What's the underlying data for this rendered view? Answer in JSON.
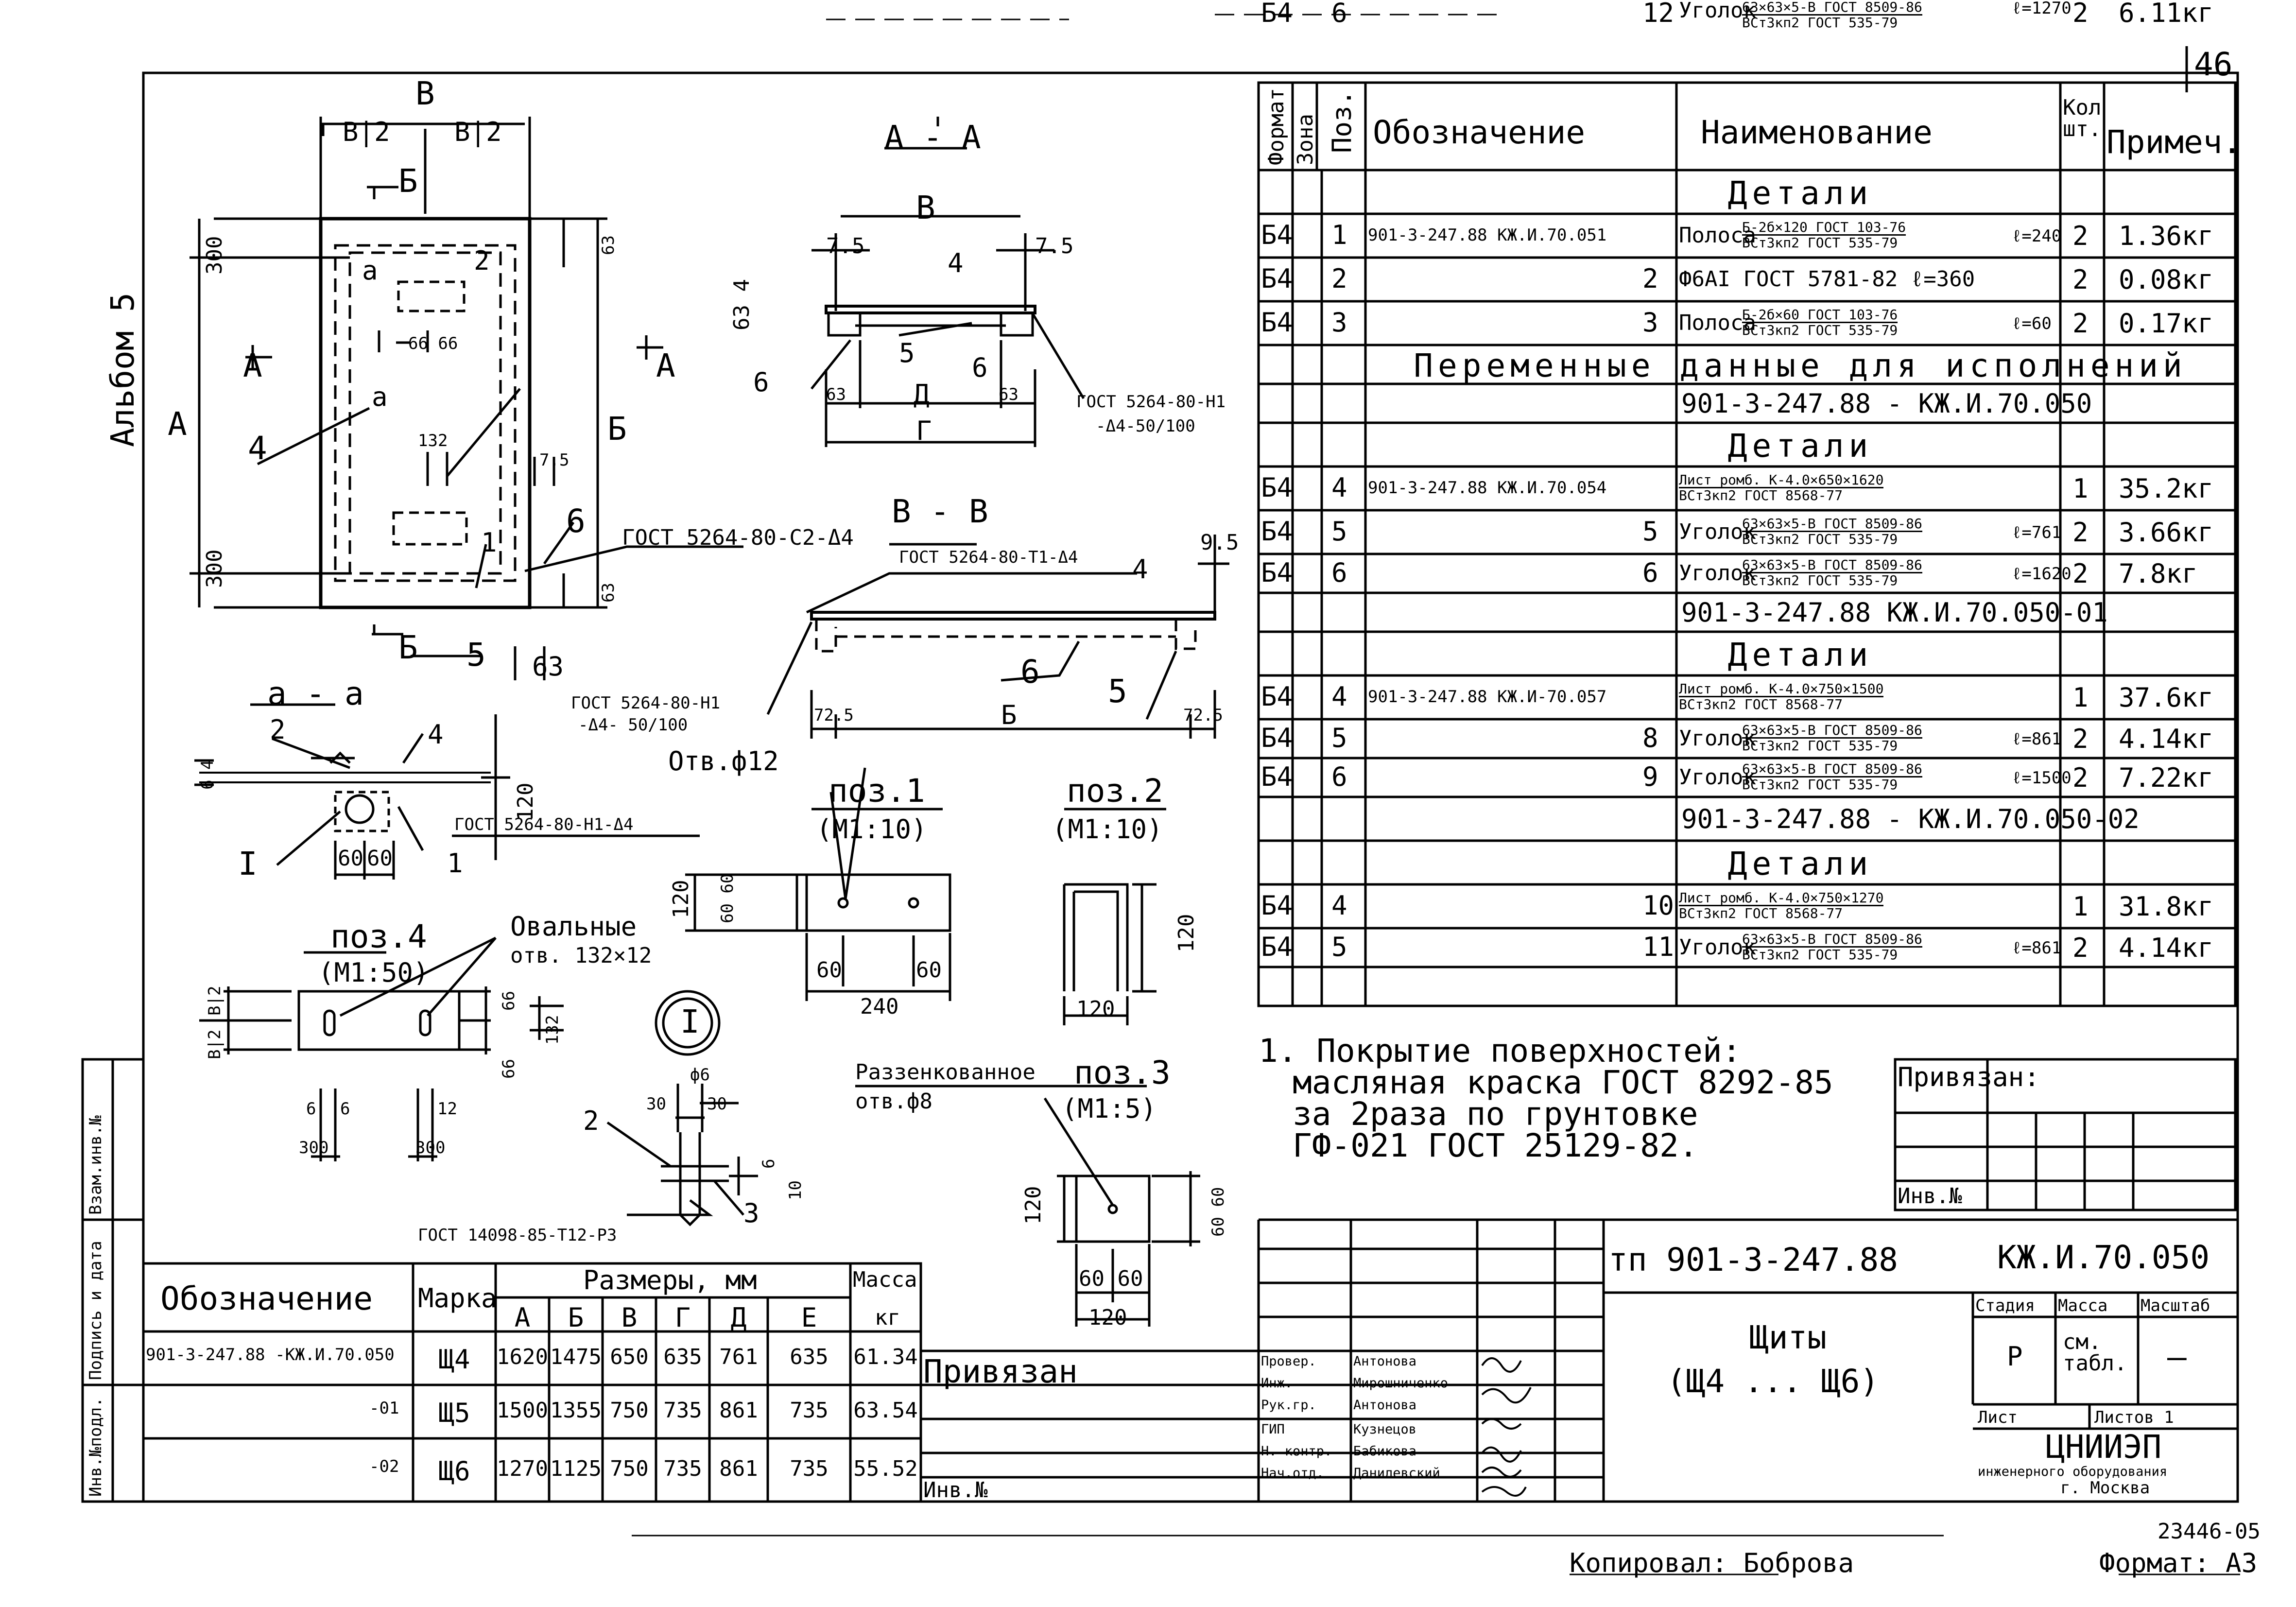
{
  "sheet": {
    "page_number": "46",
    "album": "Альбом 5",
    "copied_by": "Копировал: Боброва",
    "format": "Формат: А3",
    "archive_number": "23446-05"
  },
  "side_stamp": {
    "cols": [
      "Инв.№подл.",
      "Подпись и дата",
      "Взам.инв.№"
    ]
  },
  "drawings": {
    "plan": {
      "b": "В",
      "b_half_left": "В|2",
      "b_half_right": "В|2",
      "A": "А",
      "B_dim": "Б",
      "dim_300_top": "300",
      "dim_300_bot": "300",
      "dim_63_top": "63",
      "dim_63_bot": "63",
      "dim_63_side": "63",
      "dim_6666": "66 66",
      "dim_132": "132",
      "dim_75": "7.5",
      "label_a1": "а",
      "label_a2": "а",
      "cut_A_left": "А",
      "cut_A_right": "А",
      "cut_B_top": "Б",
      "cut_B_bot": "Б",
      "pos1": "1",
      "pos2": "2",
      "pos4": "4",
      "pos5": "5",
      "pos6": "6",
      "gost_weld": "ГОСТ 5264-80-С2-Δ4"
    },
    "section_aa": {
      "title": "А - А",
      "b": "В",
      "d75l": "7.5",
      "d75r": "7.5",
      "d634": "63 4",
      "pos4": "4",
      "pos5": "5",
      "pos6l": "6",
      "pos6r": "6",
      "d63l": "63",
      "d63r": "63",
      "D": "Д",
      "G": "Г",
      "gost": "ГОСТ 5264-80-Н1",
      "gost2": "-Δ4-50/100"
    },
    "section_bb": {
      "title": "В - В",
      "gost_top": "ГОСТ 5264-80-Т1-Δ4",
      "d95": "9.5",
      "pos4": "4",
      "pos6": "6",
      "pos5": "5",
      "B": "Б",
      "d725l": "72.5",
      "d725r": "72.5",
      "gost": "ГОСТ 5264-80-Н1",
      "gost2": "-Δ4- 50/100"
    },
    "section_a": {
      "title": "а - а",
      "pos2": "2",
      "pos4": "4",
      "d64": "6 4",
      "d120": "120",
      "I": "I",
      "d60a": "60",
      "d60b": "60",
      "pos1": "1",
      "gost": "ГОСТ 5264-80-Н1-Δ4"
    },
    "pos1": {
      "title": "поз.1",
      "scale": "(М1:10)",
      "hole": "Отв.ф12",
      "d120": "120",
      "d6060": "60 60",
      "d60a": "60",
      "d60b": "60",
      "d240": "240"
    },
    "pos2": {
      "title": "поз.2",
      "scale": "(М1:10)",
      "d120v": "120",
      "d120h": "120"
    },
    "pos4": {
      "title": "поз.4",
      "scale": "(М1:50)",
      "holes": "Овальные",
      "holes2": "отв. 132×12",
      "b2a": "В|2",
      "b2b": "В|2",
      "d66a": "66",
      "d66b": "66",
      "d132": "132",
      "d6": "6",
      "d6b": "6",
      "d12": "12",
      "d300a": "300",
      "d300b": "300"
    },
    "detail_I": {
      "label": "I",
      "pos2": "2",
      "pos3": "3",
      "d30a": "30",
      "d30b": "30",
      "phi6": "ф6",
      "d6": "6",
      "d10": "10",
      "gost": "ГОСТ 14098-85-Т12-Р3"
    },
    "pos3": {
      "title": "поз.3",
      "scale": "(М1:5)",
      "countersunk": "Раззенкованное",
      "hole": "отв.ф8",
      "d120v": "120",
      "d6060": "60 60",
      "d6060h": "60 60",
      "d120h": "120"
    }
  },
  "size_table": {
    "headers": {
      "designation": "Обозначение",
      "mark": "Марка",
      "dims": "Размеры, мм",
      "mass": "Масса",
      "kg": "кг",
      "A": "А",
      "B": "Б",
      "V": "В",
      "G": "Г",
      "D": "Д",
      "E": "Е"
    },
    "rows": [
      {
        "designation": "901-3-247.88 -КЖ.И.70.050",
        "mark": "Щ4",
        "A": "1620",
        "B": "1475",
        "V": "650",
        "G": "635",
        "D": "761",
        "E": "635",
        "mass": "61.34"
      },
      {
        "designation": "-01",
        "mark": "Щ5",
        "A": "1500",
        "B": "1355",
        "V": "750",
        "G": "735",
        "D": "861",
        "E": "735",
        "mass": "63.54"
      },
      {
        "designation": "-02",
        "mark": "Щ6",
        "A": "1270",
        "B": "1125",
        "V": "750",
        "G": "735",
        "D": "861",
        "E": "735",
        "mass": "55.52"
      }
    ]
  },
  "spec": {
    "headers": {
      "format": "Формат",
      "zone": "Зона",
      "pos": "Поз.",
      "designation": "Обозначение",
      "name": "Наименование",
      "qty": "Кол шт.",
      "note": "Примеч."
    },
    "rows": [
      {
        "kind": "section",
        "text": "Детали"
      },
      {
        "kind": "item",
        "format": "Б4",
        "pos": "1",
        "designation": "901-3-247.88 КЖ.И.70.051",
        "name": "Полоса",
        "frac_top": "Б-2б×120 ГОСТ 103-76",
        "frac_bot": "ВСт3кп2 ГОСТ 535-79",
        "len": "ℓ=240",
        "qty": "2",
        "note": "1.36кг"
      },
      {
        "kind": "item",
        "format": "Б4",
        "pos": "2",
        "designation": "2",
        "name": "Ф6АI ГОСТ 5781-82  ℓ=360",
        "frac_top": "",
        "frac_bot": "",
        "len": "",
        "qty": "2",
        "note": "0.08кг"
      },
      {
        "kind": "item",
        "format": "Б4",
        "pos": "3",
        "designation": "3",
        "name": "Полоса",
        "frac_top": "Б-2б×60 ГОСТ 103-76",
        "frac_bot": "ВСт3кп2 ГОСТ 535-79",
        "len": "ℓ=60",
        "qty": "2",
        "note": "0.17кг"
      },
      {
        "kind": "section",
        "text": "Переменные данные для исполнений"
      },
      {
        "kind": "sub",
        "text": "901-3-247.88 - КЖ.И.70.050"
      },
      {
        "kind": "section",
        "text": "Детали"
      },
      {
        "kind": "item",
        "format": "Б4",
        "pos": "4",
        "designation": "901-3-247.88 КЖ.И.70.054",
        "name": "",
        "frac_top": "Лист ромб. К-4.0×650×1620",
        "frac_bot": "ВСт3кп2 ГОСТ 8568-77",
        "len": "",
        "qty": "1",
        "note": "35.2кг"
      },
      {
        "kind": "item",
        "format": "Б4",
        "pos": "5",
        "designation": "5",
        "name": "Уголок",
        "frac_top": "63×63×5-В ГОСТ 8509-86",
        "frac_bot": "ВСт3кп2 ГОСТ 535-79",
        "len": "ℓ=761",
        "qty": "2",
        "note": "3.66кг"
      },
      {
        "kind": "item",
        "format": "Б4",
        "pos": "6",
        "designation": "6",
        "name": "Уголок",
        "frac_top": "63×63×5-В ГОСТ 8509-86",
        "frac_bot": "ВСт3кп2 ГОСТ 535-79",
        "len": "ℓ=1620",
        "qty": "2",
        "note": "7.8кг"
      },
      {
        "kind": "sub",
        "text": "901-3-247.88   КЖ.И.70.050-01"
      },
      {
        "kind": "section",
        "text": "Детали"
      },
      {
        "kind": "item",
        "format": "Б4",
        "pos": "4",
        "designation": "901-3-247.88 КЖ.И-70.057",
        "name": "",
        "frac_top": "Лист ромб. К-4.0×750×1500",
        "frac_bot": "ВСт3кп2 ГОСТ 8568-77",
        "len": "",
        "qty": "1",
        "note": "37.6кг"
      },
      {
        "kind": "item",
        "format": "Б4",
        "pos": "5",
        "designation": "8",
        "name": "Уголок",
        "frac_top": "63×63×5-В ГОСТ 8509-86",
        "frac_bot": "ВСт3кп2 ГОСТ 535-79",
        "len": "ℓ=861",
        "qty": "2",
        "note": "4.14кг"
      },
      {
        "kind": "item",
        "format": "Б4",
        "pos": "6",
        "designation": "9",
        "name": "Уголок",
        "frac_top": "63×63×5-В ГОСТ 8509-86",
        "frac_bot": "ВСт3кп2 ГОСТ 535-79",
        "len": "ℓ=1500",
        "qty": "2",
        "note": "7.22кг"
      },
      {
        "kind": "sub",
        "text": "901-3-247.88 - КЖ.И.70.050-02"
      },
      {
        "kind": "section",
        "text": "Детали"
      },
      {
        "kind": "item",
        "format": "Б4",
        "pos": "4",
        "designation": "10",
        "name": "",
        "frac_top": "Лист ромб. К-4.0×750×1270",
        "frac_bot": "ВСт3кп2 ГОСТ 8568-77",
        "len": "",
        "qty": "1",
        "note": "31.8кг"
      },
      {
        "kind": "item",
        "format": "Б4",
        "pos": "5",
        "designation": "11",
        "name": "Уголок",
        "frac_top": "63×63×5-В ГОСТ 8509-86",
        "frac_bot": "ВСт3кп2 ГОСТ 535-79",
        "len": "ℓ=861",
        "qty": "2",
        "note": "4.14кг"
      },
      {
        "kind": "item",
        "format": "Б4",
        "pos": "6",
        "designation": "12",
        "name": "Уголок",
        "frac_top": "63×63×5-В ГОСТ 8509-86",
        "frac_bot": "ВСт3кп2 ГОСТ 535-79",
        "len": "ℓ=1270",
        "qty": "2",
        "note": "6.11кг"
      }
    ]
  },
  "notes": {
    "lines": [
      "1. Покрытие поверхностей:",
      "масляная краска ГОСТ 8292-85",
      "за 2раза по грунтовке",
      "ГФ-021 ГОСТ 25129-82."
    ]
  },
  "bound_box": {
    "label": "Привязан:",
    "inv": "Инв.№"
  },
  "title_block": {
    "project": "тп 901-3-247.88",
    "code": "КЖ.И.70.050",
    "title_line1": "Щиты",
    "title_line2": "(Щ4 ... Щ6)",
    "stage_h": "Стадия",
    "mass_h": "Масса",
    "scale_h": "Масштаб",
    "stage": "Р",
    "mass": "см. табл.",
    "scale": "—",
    "sheet": "Лист",
    "sheets": "Листов 1",
    "org1": "ЦНИИЭП",
    "org2": "инженерного оборудования",
    "org3": "г. Москва",
    "signatures": [
      {
        "role": "Провер.",
        "name": "Антонова"
      },
      {
        "role": "Инж.",
        "name": "Мирошниченко"
      },
      {
        "role": "Рук.гр.",
        "name": "Антонова"
      },
      {
        "role": "ГИП",
        "name": "Кузнецов"
      },
      {
        "role": "Н. контр.",
        "name": "Бабикова"
      },
      {
        "role": "Нач.отд.",
        "name": "Данилевский"
      }
    ],
    "bound_label": "Привязан",
    "inv_label": "Инв.№"
  }
}
